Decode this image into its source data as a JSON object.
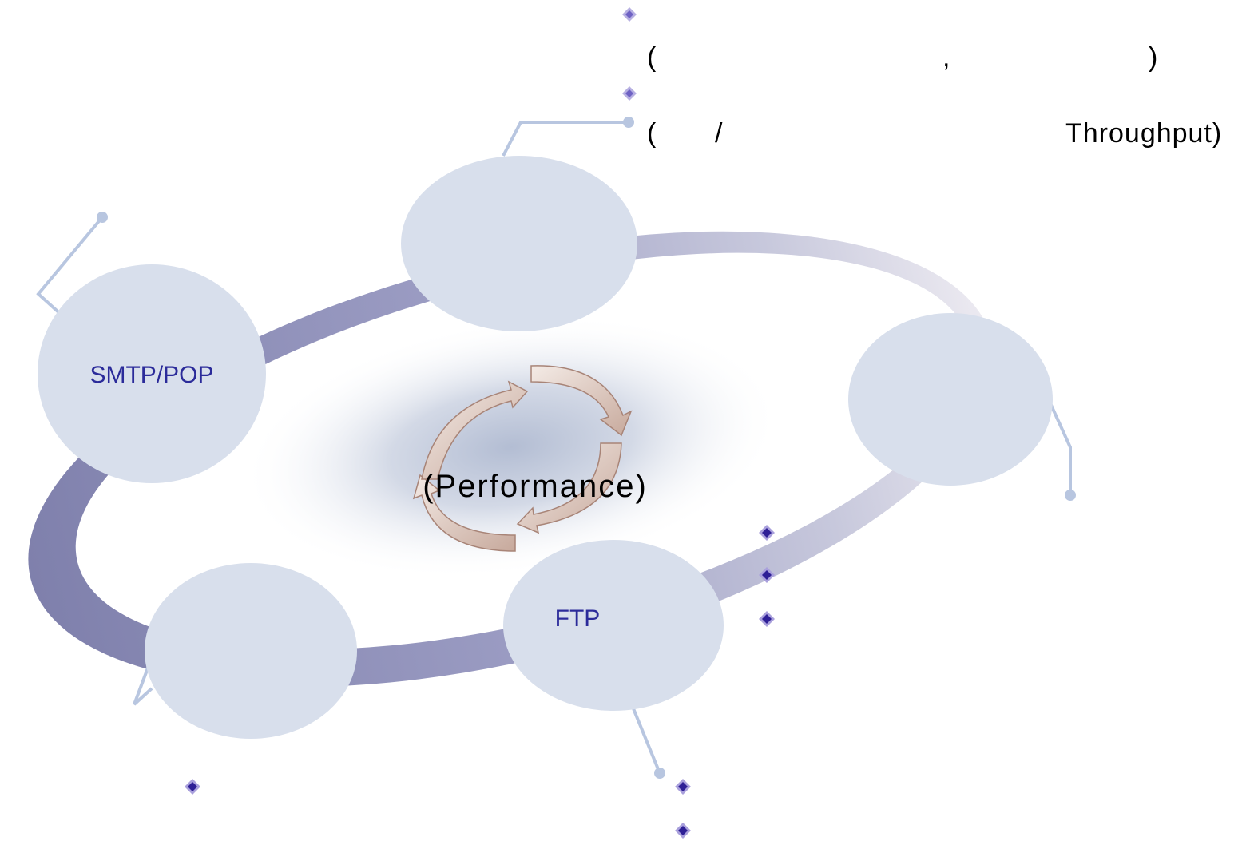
{
  "center_label": "(Performance)",
  "nodes": [
    {
      "id": "top",
      "label": ""
    },
    {
      "id": "right",
      "label": ""
    },
    {
      "id": "smtp",
      "label": "SMTP/POP"
    },
    {
      "id": "bottom-left",
      "label": ""
    },
    {
      "id": "ftp",
      "label": "FTP"
    }
  ],
  "top_right_text": {
    "line1_open": "(",
    "line1_comma": ",",
    "line1_close": ")",
    "line2_open": "(",
    "line2_slash": "/",
    "line2_end": "Throughput)"
  },
  "colors": {
    "node_fill": "#d8dfec",
    "node_text": "#2b2b9a",
    "ring": "#8e8fb8",
    "connector": "#b8c6e0",
    "bullet": "#3a2a9c",
    "arrow": "#d9c3bb"
  }
}
